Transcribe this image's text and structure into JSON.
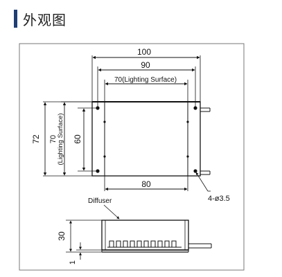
{
  "title": "外观图",
  "colors": {
    "title_bar": "#1f3e74",
    "line": "#111111",
    "frame": "#777777"
  },
  "drawing": {
    "width_dims": {
      "outer": "100",
      "hole_pitch": "90",
      "lighting_surface": "70(Lighting Surface)",
      "body": "80"
    },
    "height_dims": {
      "outer": "72",
      "lighting_surface": "70",
      "lighting_surface_note": "(Lighting Surface)",
      "hole_pitch": "60"
    },
    "holes": "4-ø3.5",
    "diffuser_label": "Diffuser",
    "side_dims": {
      "height": "30",
      "thickness": "1"
    }
  }
}
